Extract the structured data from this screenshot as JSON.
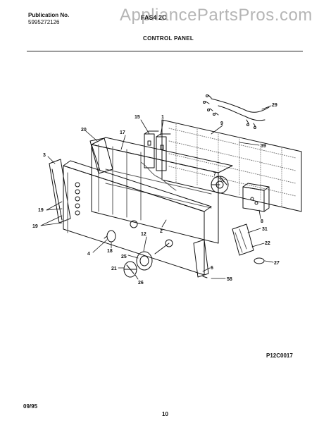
{
  "header": {
    "publication_label": "Publication No.",
    "publication_number": "5995272126",
    "model_number": "FAS4 2C",
    "watermark": "AppliancePartsPros.com"
  },
  "title": "CONTROL PANEL",
  "part_labels": [
    "29",
    "9",
    "39",
    "15",
    "1",
    "20",
    "17",
    "3",
    "7",
    "8",
    "31",
    "22",
    "19",
    "19",
    "12",
    "4",
    "18",
    "25",
    "21",
    "26",
    "6",
    "58",
    "27",
    "2"
  ],
  "diagram_code": "P12C0017",
  "footer": {
    "date": "09/95",
    "page": "10"
  }
}
